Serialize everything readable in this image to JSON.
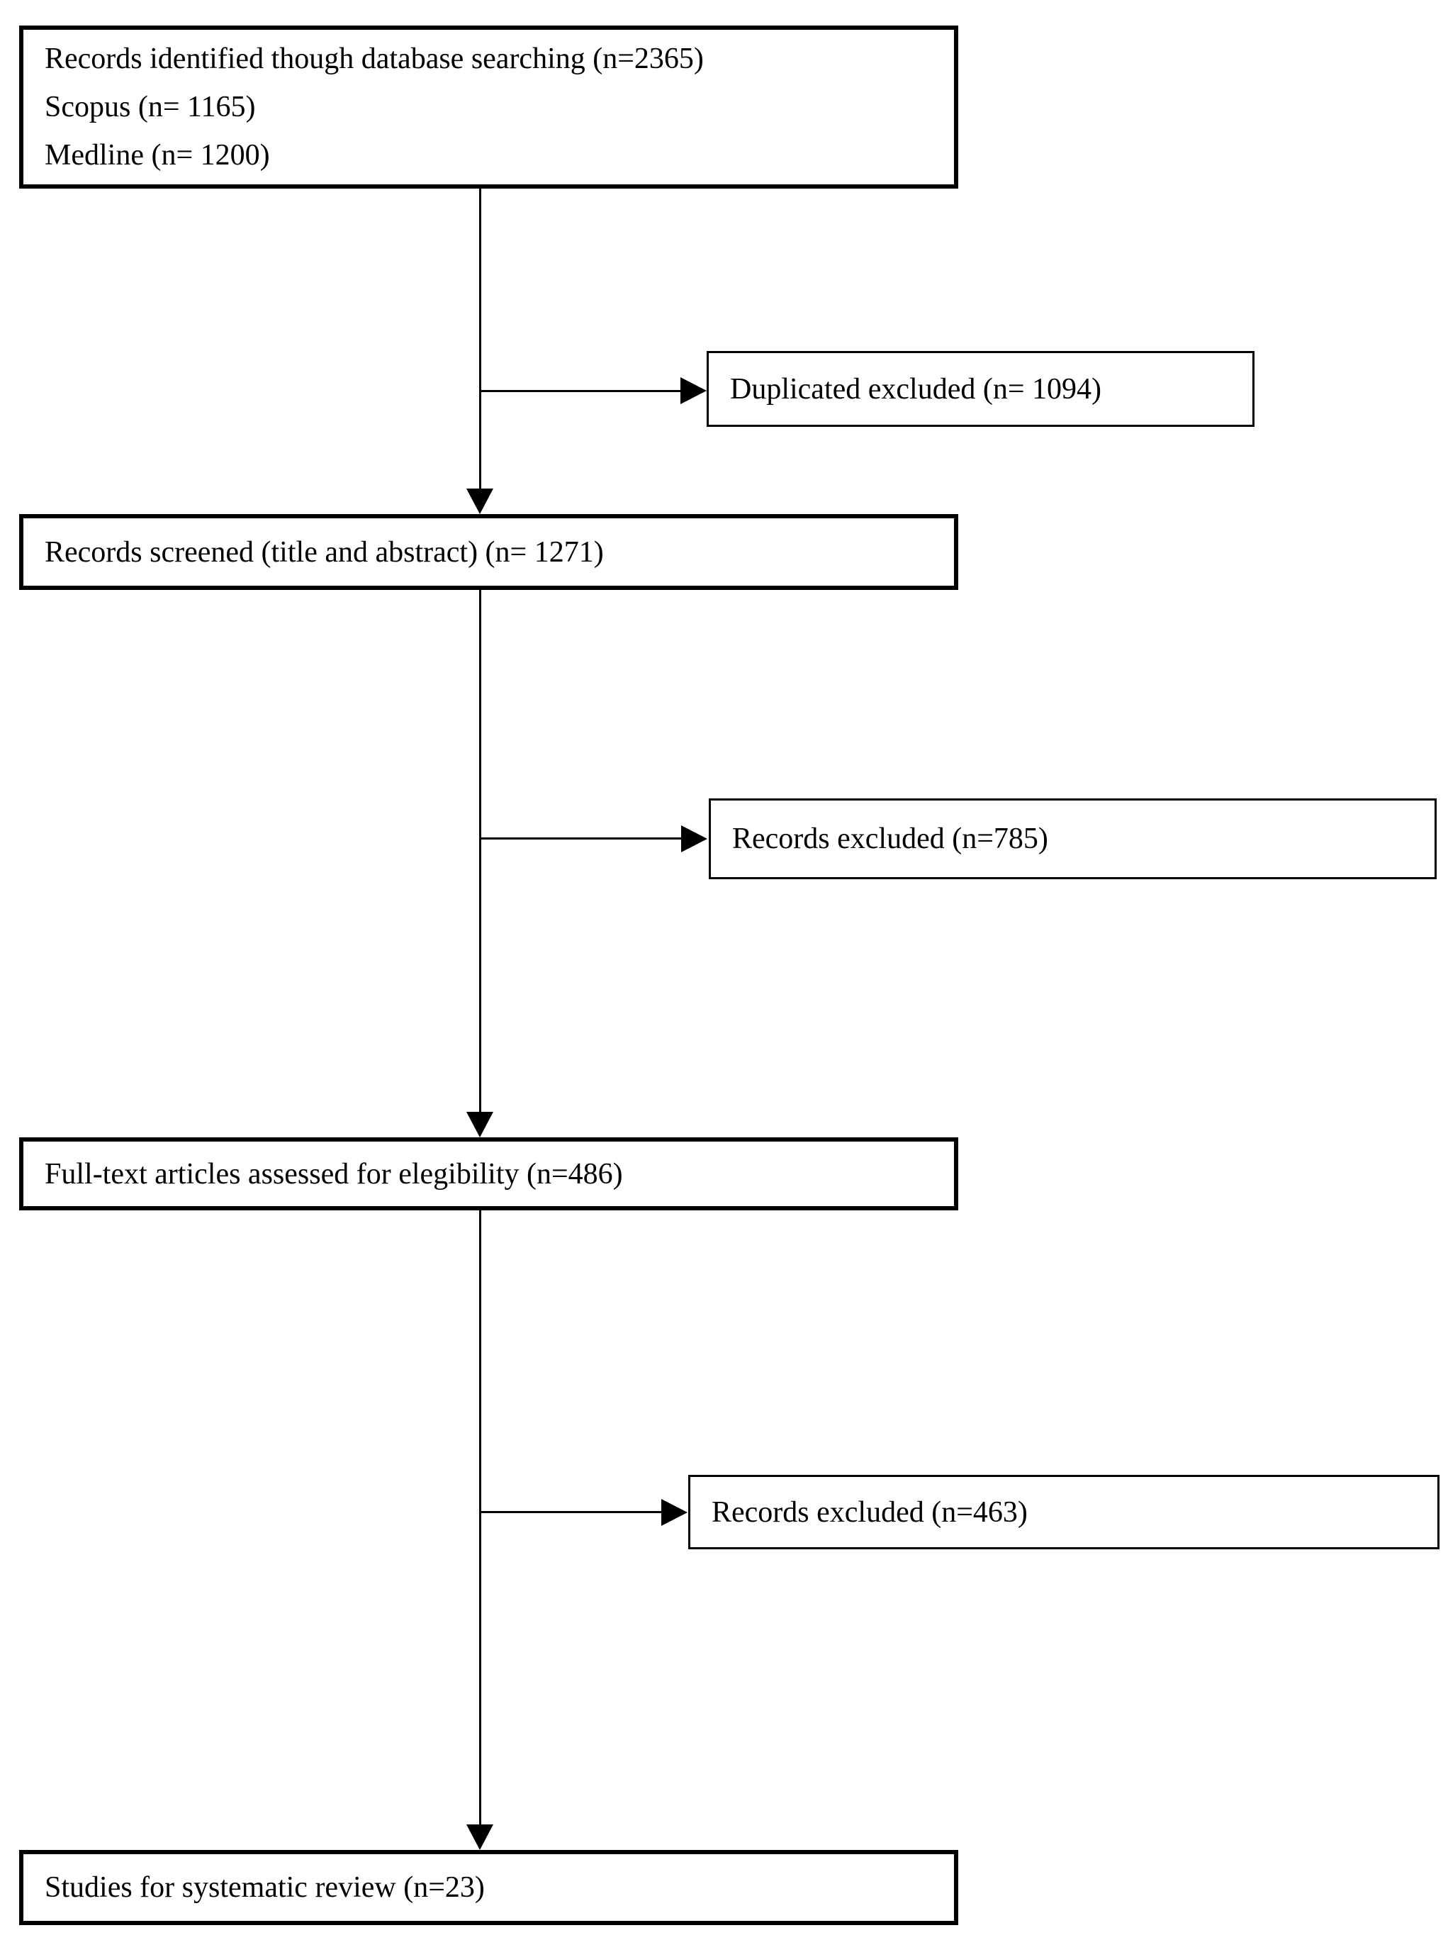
{
  "diagram": {
    "colors": {
      "line": "#000000",
      "background": "#ffffff",
      "text": "#000000"
    },
    "boxes": {
      "identified": {
        "line1": "Records identified though database searching (n=2365)",
        "line2": "Scopus (n= 1165)",
        "line3": "Medline (n= 1200)"
      },
      "duplicates_excluded": {
        "label": "Duplicated excluded (n= 1094)"
      },
      "screened": {
        "label": "Records screened (title and abstract) (n= 1271)"
      },
      "records_excluded_screening": {
        "label": "Records excluded (n=785)"
      },
      "fulltext_assessed": {
        "label": "Full-text articles assessed for elegibility (n=486)"
      },
      "records_excluded_fulltext": {
        "label": "Records excluded (n=463)"
      },
      "included": {
        "label": "Studies for systematic review (n=23)"
      }
    }
  }
}
